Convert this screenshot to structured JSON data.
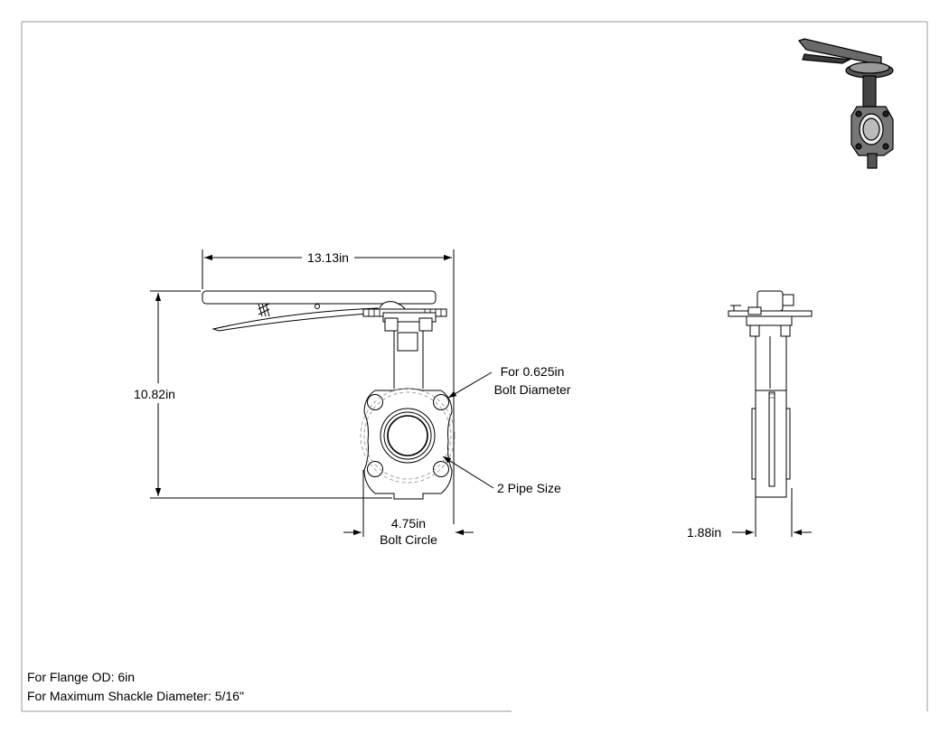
{
  "dimensions": {
    "overall_width": "13.13in",
    "overall_height": "10.82in",
    "bolt_hole_line1": "For 0.625in",
    "bolt_hole_line2": "Bolt Diameter",
    "pipe_size": "2 Pipe Size",
    "bolt_circle_value": "4.75in",
    "bolt_circle_label": "Bolt Circle",
    "body_width": "1.88in"
  },
  "notes": {
    "flange_od": "For Flange OD: 6in",
    "max_shackle": "For Maximum Shackle Diameter: 5/16\""
  },
  "colors": {
    "line": "#000000",
    "frame": "#9a9a9a",
    "hidden": "#8a8a8a"
  }
}
